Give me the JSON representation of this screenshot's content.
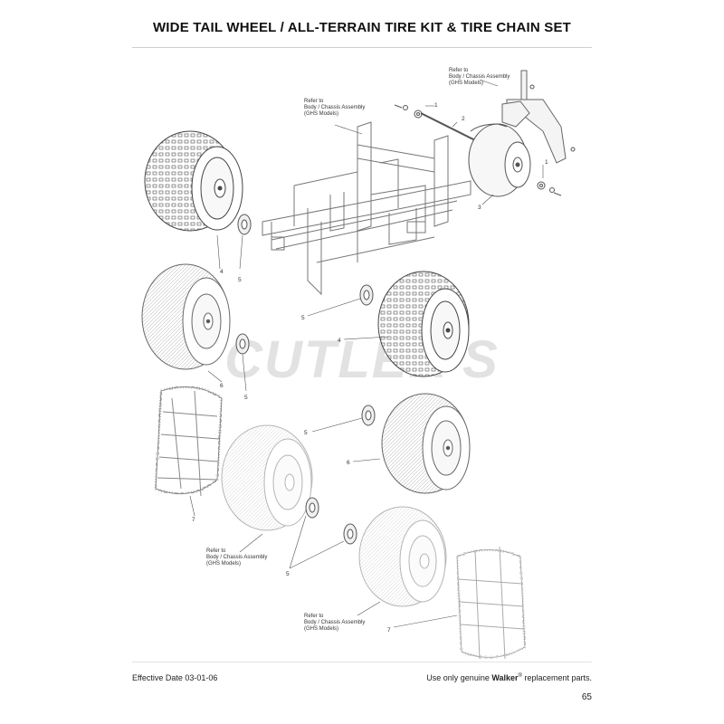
{
  "page": {
    "title": "WIDE TAIL WHEEL / ALL-TERRAIN TIRE KIT & TIRE CHAIN SET",
    "watermark": "CUTLER'S",
    "effective_date": "Effective Date 03-01-06",
    "parts_note_prefix": "Use only genuine ",
    "parts_note_brand": "Walker",
    "parts_note_reg": "®",
    "parts_note_suffix": " replacement parts.",
    "page_number": "65"
  },
  "callouts": {
    "line1": "Refer to",
    "line2": "Body / Chassis Assembly",
    "line3": "(GHS Models)"
  },
  "part_numbers": {
    "p1": "1",
    "p2": "2",
    "p3": "3",
    "p4": "4",
    "p5": "5",
    "p6": "6",
    "p7": "7"
  },
  "colors": {
    "line": "#555555",
    "dark_tire": "#888888",
    "light_tire": "#c9c9c9",
    "watermark": "#e2e2e2"
  }
}
